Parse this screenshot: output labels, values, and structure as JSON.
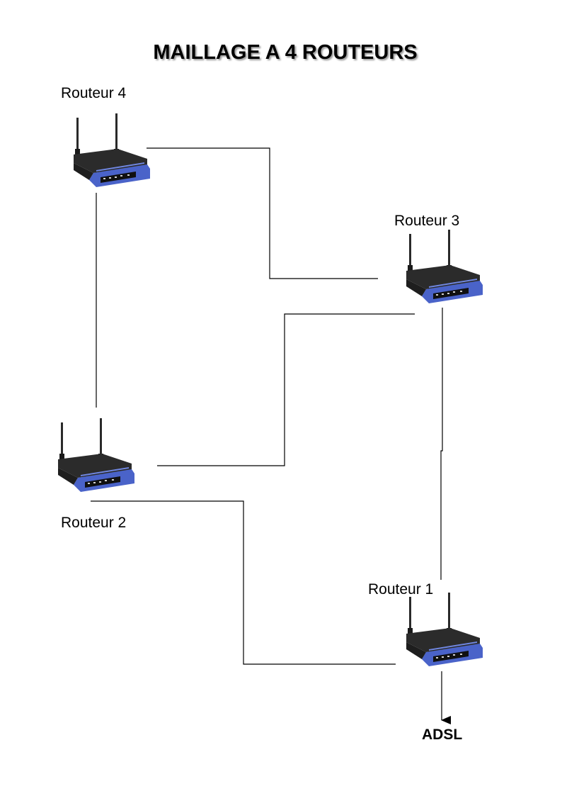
{
  "title": "MAILLAGE A 4 ROUTEURS",
  "routers": [
    {
      "id": "r4",
      "label": "Routeur 4",
      "icon": "wireless-router-icon"
    },
    {
      "id": "r3",
      "label": "Routeur 3",
      "icon": "wireless-router-icon"
    },
    {
      "id": "r2",
      "label": "Routeur 2",
      "icon": "wireless-router-icon"
    },
    {
      "id": "r1",
      "label": "Routeur 1",
      "icon": "wireless-router-icon"
    }
  ],
  "uplink": {
    "label": "ADSL",
    "from": "r1"
  },
  "connections": [
    {
      "from": "r4",
      "to": "r3"
    },
    {
      "from": "r4",
      "to": "r2"
    },
    {
      "from": "r3",
      "to": "r2"
    },
    {
      "from": "r3",
      "to": "r1"
    },
    {
      "from": "r2",
      "to": "r1"
    }
  ],
  "colors": {
    "router_body": "#4a63c9",
    "router_top": "#2b2b2b",
    "link": "#000000"
  }
}
